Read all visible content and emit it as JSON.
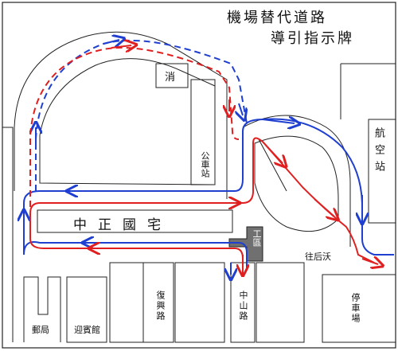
{
  "map": {
    "title_line1": "機場替代道路",
    "title_line2": "導引指示牌",
    "labels": {
      "fire_station": "消",
      "bus_station": "公車站",
      "zhongzheng_residence": "中正國宅",
      "terminal": "航空站",
      "industrial_zone": "工區",
      "to_houhu": "往后沃",
      "fuxing_road": "復興路",
      "zhongshan_road": "中山路",
      "parking_lot": "停車場",
      "post_office": "郵局",
      "guesthouse": "迎賓館"
    },
    "colors": {
      "red_route": "#e02020",
      "blue_route": "#1f3fd0",
      "building_outline": "#222222",
      "industrial_fill": "#707070"
    }
  }
}
